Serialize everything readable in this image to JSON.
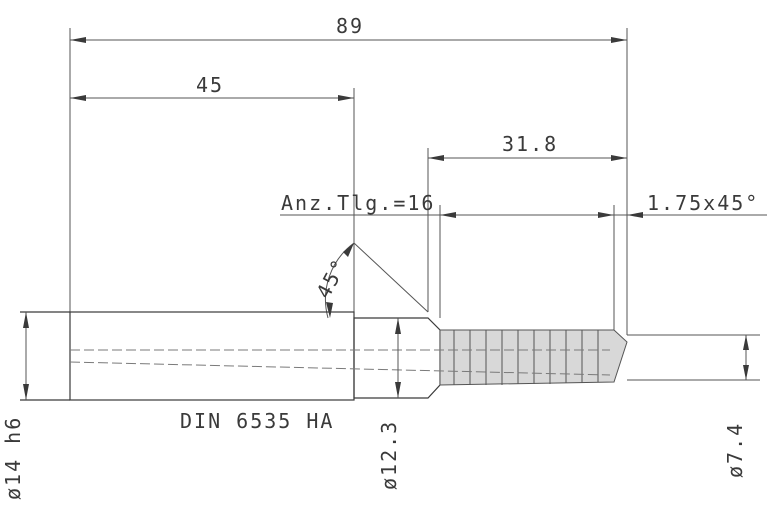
{
  "drawing": {
    "dims": {
      "overall_length": "89",
      "shank_length": "45",
      "thread_length": "31.8",
      "chamfer": "1.75x45°",
      "flute_count": "Anz.Tlg.=16",
      "angle": "45°",
      "shank_diameter": "ø14 h6",
      "neck_diameter": "ø12.3",
      "thread_diameter": "ø7.4"
    },
    "standard": "DIN 6535 HA"
  },
  "colors": {
    "line": "#3a3a3a",
    "thread_fill": "#d8d8d8"
  }
}
